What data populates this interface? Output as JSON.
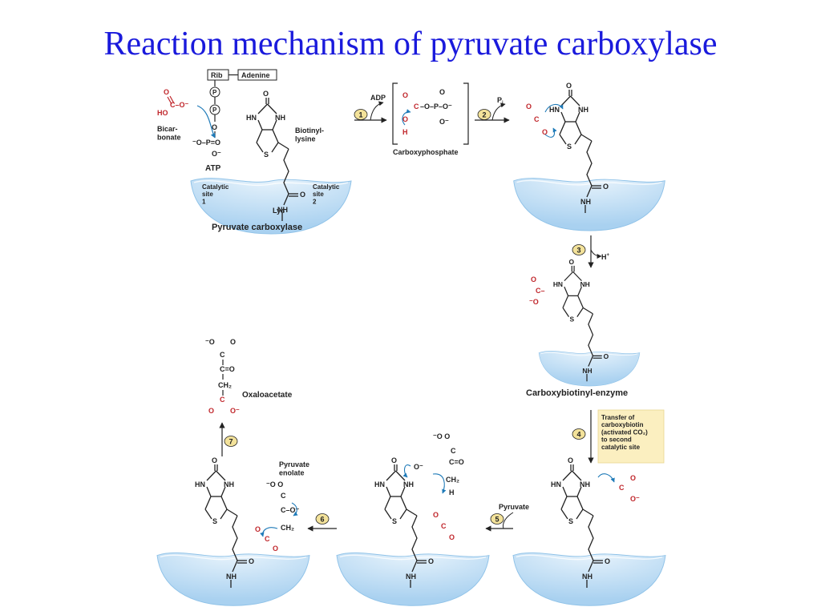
{
  "slide": {
    "title": "Reaction mechanism of pyruvate carboxylase"
  },
  "labels": {
    "rib": "Rib",
    "adenine": "Adenine",
    "phosphate": "P",
    "bicarbonate": "Bicar-\nbonate",
    "atp": "ATP",
    "biotinyl_lysine": "Biotinyl-\nlysine",
    "catalytic_site_1": "Catalytic\nsite\n1",
    "catalytic_site_2": "Catalytic\nsite\n2",
    "lys": "Lys",
    "enzyme": "Pyruvate carboxylase",
    "adp": "ADP",
    "carboxyphosphate": "Carboxyphosphate",
    "pi": "P",
    "pi_sub": "i",
    "h_plus": "H",
    "carboxybiotinyl_enzyme": "Carboxybiotinyl-enzyme",
    "transfer_note": "Transfer of\ncarboxybiotin\n(activated CO₂)\nto second\ncatalytic site",
    "pyruvate": "Pyruvate",
    "pyruvate_enolate": "Pyruvate\nenolate",
    "oxaloacetate": "Oxaloacetate"
  },
  "steps": [
    "1",
    "2",
    "3",
    "4",
    "5",
    "6",
    "7"
  ],
  "colors": {
    "title": "#1a1adc",
    "enzyme_fill": "#bcdcf4",
    "enzyme_edge": "#8fc2e8",
    "carbon_red": "#c0262b",
    "arrow_blue": "#1e7ab8",
    "step_badge": "#f3e29a",
    "note_box": "#fbefc0"
  }
}
